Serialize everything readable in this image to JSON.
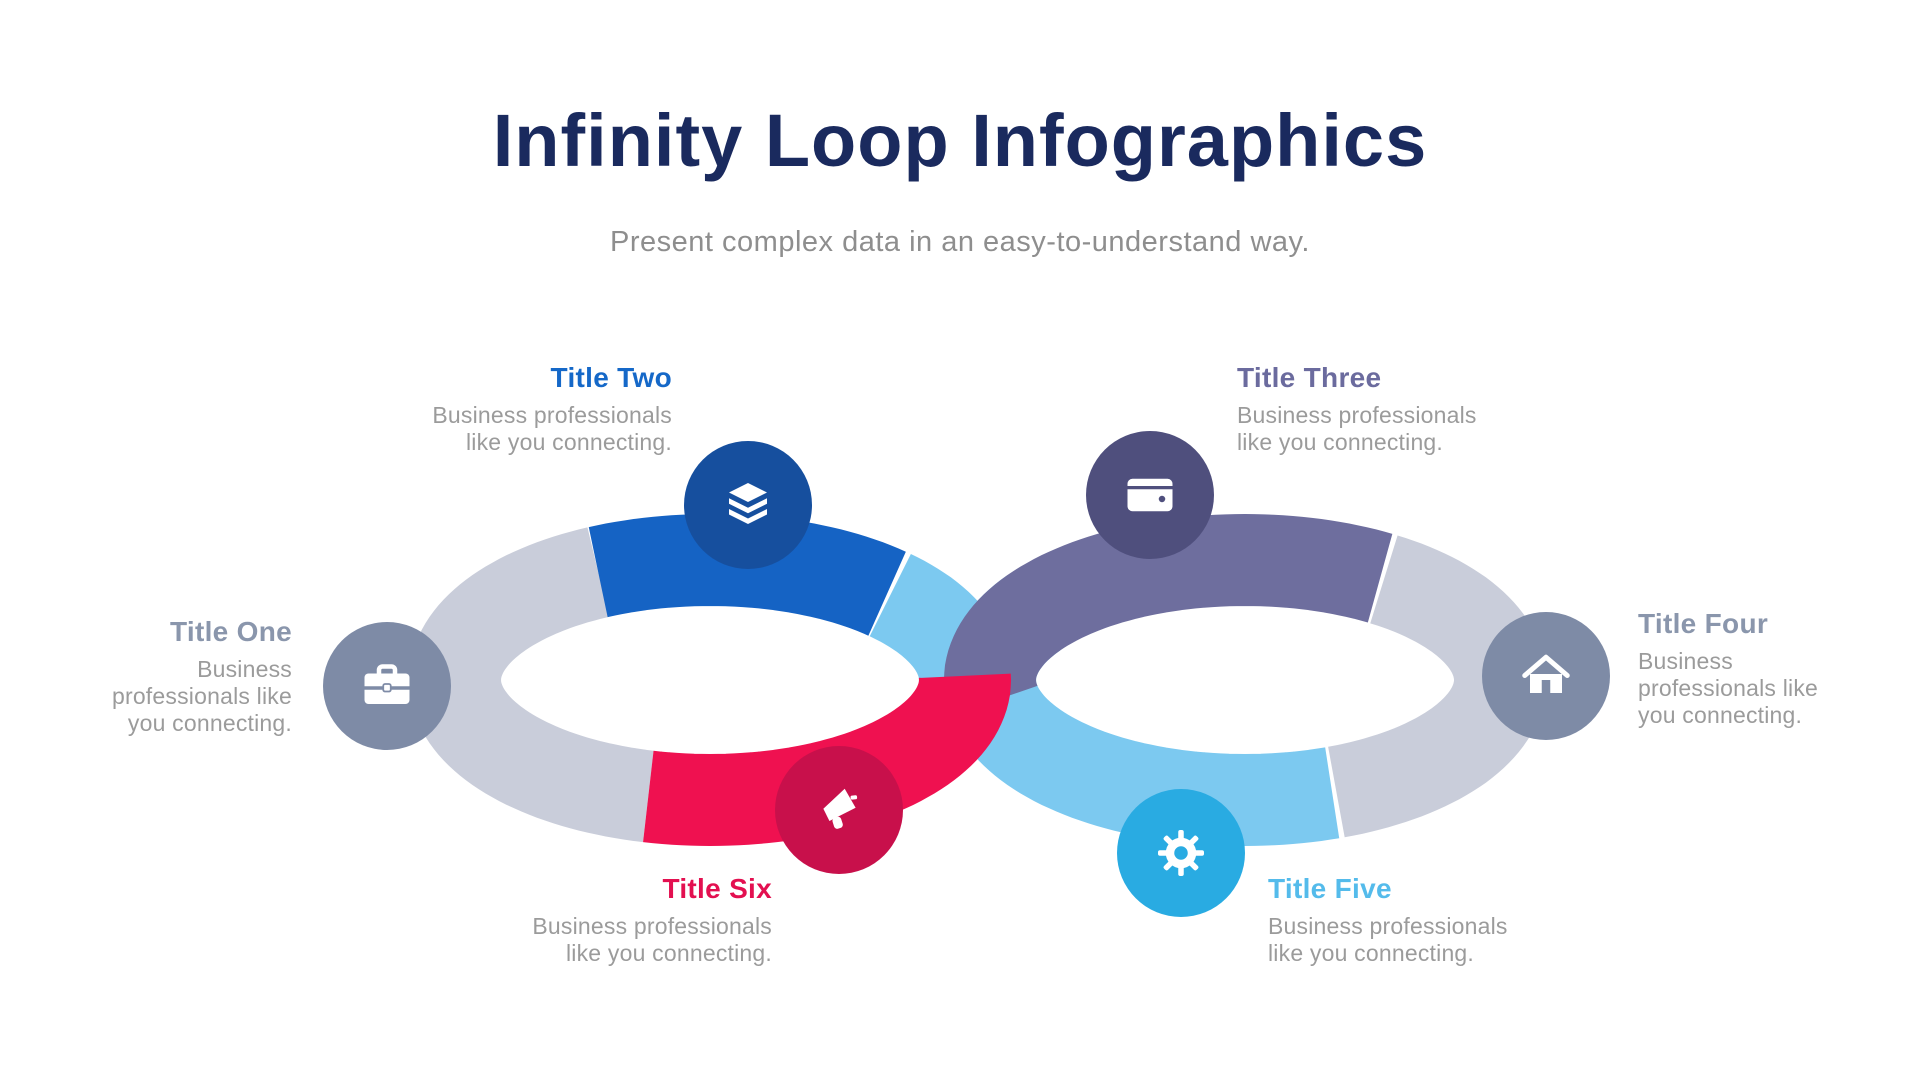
{
  "header": {
    "title": "Infinity Loop Infographics",
    "subtitle": "Present complex data in an easy-to-understand way."
  },
  "items": [
    {
      "title": "Title One",
      "description": "Business professionals like you connecting.",
      "icon": "briefcase-icon",
      "title_color": "#8A96AC",
      "circle_color": "#7E8BA6",
      "segment_color": "#C9CDDA"
    },
    {
      "title": "Title Two",
      "description": "Business professionals like you connecting.",
      "icon": "books-icon",
      "title_color": "#1568C8",
      "circle_color": "#164F9E",
      "segment_color": "#1563C4"
    },
    {
      "title": "Title Three",
      "description": "Business professionals like you connecting.",
      "icon": "wallet-icon",
      "title_color": "#6B6B9E",
      "circle_color": "#4F4F7D",
      "segment_color": "#6E6E9E"
    },
    {
      "title": "Title Four",
      "description": "Business professionals like you connecting.",
      "icon": "home-icon",
      "title_color": "#8A96AC",
      "circle_color": "#7E8BA6",
      "segment_color": "#C9CDDA"
    },
    {
      "title": "Title Five",
      "description": "Business professionals like you connecting.",
      "icon": "gear-icon",
      "title_color": "#54BBEB",
      "circle_color": "#29ABE2",
      "segment_color": "#7CC9F0"
    },
    {
      "title": "Title Six",
      "description": "Business professionals like you connecting.",
      "icon": "megaphone-icon",
      "title_color": "#E31050",
      "circle_color": "#C8104B",
      "segment_color": "#EF1150"
    }
  ],
  "colors": {
    "background": "#FFFFFF",
    "heading": "#1A2A5E",
    "subtitle_gray": "#8E8E8E",
    "description_gray": "#9B9B9B"
  }
}
